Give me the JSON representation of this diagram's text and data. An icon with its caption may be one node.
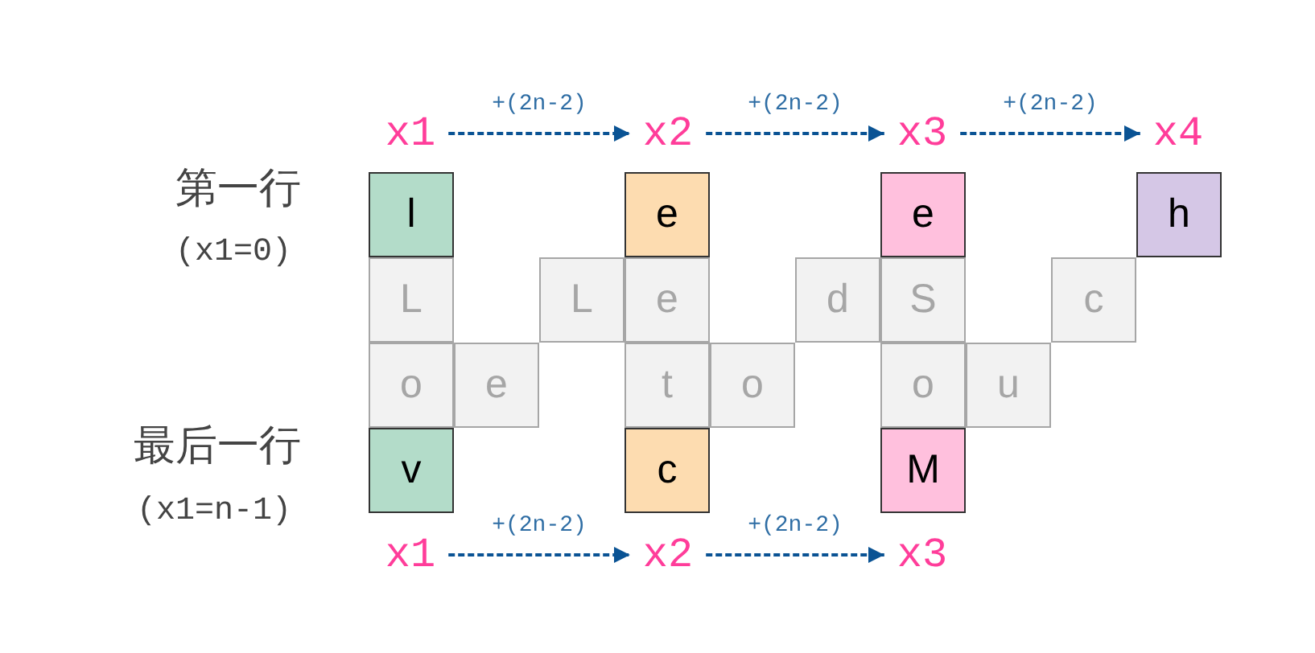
{
  "diagram": {
    "nodes": [
      {
        "text": [
          "x1"
        ]
      },
      {
        "text": [
          "x2"
        ]
      },
      {
        "text": [
          "x3"
        ]
      },
      {
        "text": [
          "x4"
        ]
      },
      {
        "text": [
          "l"
        ]
      },
      {
        "text": [
          "e"
        ]
      },
      {
        "text": [
          "e"
        ]
      },
      {
        "text": [
          "h"
        ]
      },
      {
        "text": [
          "L"
        ]
      },
      {
        "text": [
          "L"
        ]
      },
      {
        "text": [
          "e"
        ]
      },
      {
        "text": [
          "d"
        ]
      },
      {
        "text": [
          "S"
        ]
      },
      {
        "text": [
          "c"
        ]
      },
      {
        "text": [
          "o"
        ]
      },
      {
        "text": [
          "e"
        ]
      },
      {
        "text": [
          "t"
        ]
      },
      {
        "text": [
          "o"
        ]
      },
      {
        "text": [
          "o"
        ]
      },
      {
        "text": [
          "u"
        ]
      },
      {
        "text": [
          "v"
        ]
      },
      {
        "text": [
          "c"
        ]
      },
      {
        "text": [
          "M"
        ]
      },
      {
        "text": [
          "x1"
        ]
      },
      {
        "text": [
          "x2"
        ]
      },
      {
        "text": [
          "x3"
        ]
      }
    ],
    "edges": [
      {
        "from": 0,
        "to": 1,
        "arrow": "to",
        "label": "+(2n-2)",
        "style": "dashed"
      },
      {
        "from": 1,
        "to": 2,
        "arrow": "to",
        "label": "+(2n-2)",
        "style": "dashed"
      },
      {
        "from": 2,
        "to": 3,
        "arrow": "to",
        "label": "+(2n-2)",
        "style": "dashed"
      },
      {
        "from": 23,
        "to": 24,
        "arrow": "to",
        "label": "+(2n-2)",
        "style": "dashed"
      },
      {
        "from": 24,
        "to": 25,
        "arrow": "to",
        "label": "+(2n-2)",
        "style": "dashed"
      }
    ],
    "labels": [
      "第一行",
      "(x1=0)",
      "最后一行",
      "(x1=n-1)"
    ]
  }
}
